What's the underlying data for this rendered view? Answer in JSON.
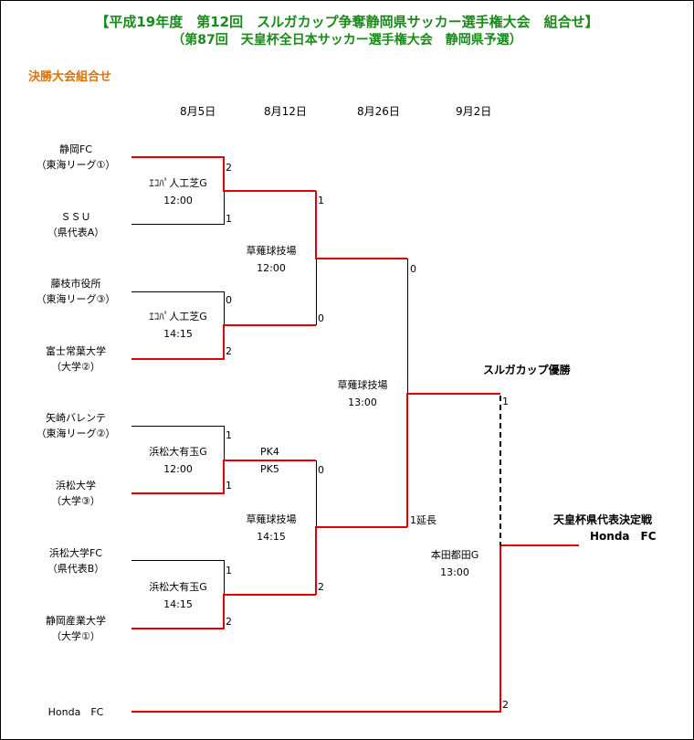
{
  "header": {
    "title": "【平成19年度　第12回　スルガカップ争奪静岡県サッカー選手権大会　組合せ】",
    "subtitle": "（第87回　天皇杯全日本サッカー選手権大会　静岡県予選）",
    "section": "決勝大会組合せ"
  },
  "dates": [
    "8月5日",
    "8月12日",
    "8月26日",
    "9月2日"
  ],
  "teams": [
    {
      "name": "静岡FC",
      "sub": "（東海リーグ①）"
    },
    {
      "name": "ＳＳＵ",
      "sub": "（県代表A）"
    },
    {
      "name": "藤枝市役所",
      "sub": "（東海リーグ③）"
    },
    {
      "name": "富士常葉大学",
      "sub": "（大学②）"
    },
    {
      "name": "矢崎バレンテ",
      "sub": "（東海リーグ②）"
    },
    {
      "name": "浜松大学",
      "sub": "（大学③）"
    },
    {
      "name": "浜松大学FC",
      "sub": "（県代表B）"
    },
    {
      "name": "静岡産業大学",
      "sub": "（大学①）"
    },
    {
      "name": "Honda　FC",
      "sub": ""
    }
  ],
  "venues": [
    {
      "name": "ｴｺﾊﾟ人工芝G",
      "time": "12:00"
    },
    {
      "name": "ｴｺﾊﾟ人工芝G",
      "time": "14:15"
    },
    {
      "name": "浜松大有玉G",
      "time": "12:00"
    },
    {
      "name": "浜松大有玉G",
      "time": "14:15"
    },
    {
      "name": "草薙球技場",
      "time": "12:00"
    },
    {
      "name": "草薙球技場",
      "time": "14:15"
    },
    {
      "name": "草薙球技場",
      "time": "13:00"
    },
    {
      "name": "本田都田G",
      "time": "13:00"
    }
  ],
  "scores": {
    "r1m1": [
      "2",
      "1"
    ],
    "r1m2": [
      "0",
      "2"
    ],
    "r1m3": [
      "1",
      "1"
    ],
    "r1m4": [
      "1",
      "2"
    ],
    "r2m1": [
      "1",
      "0"
    ],
    "r2m2": [
      "0",
      "2"
    ],
    "r3m1": [
      "0",
      "1延長"
    ],
    "final": [
      "1",
      "2"
    ],
    "pk": [
      "PK4",
      "PK5"
    ]
  },
  "results": {
    "suruga_label": "スルガカップ優勝",
    "tennohai_label": "天皇杯県代表決定戦",
    "tennohai_winner": "Honda　FC"
  },
  "colors": {
    "title": "#1a8a1a",
    "section": "#e07000",
    "winner_line": "#e00000"
  }
}
